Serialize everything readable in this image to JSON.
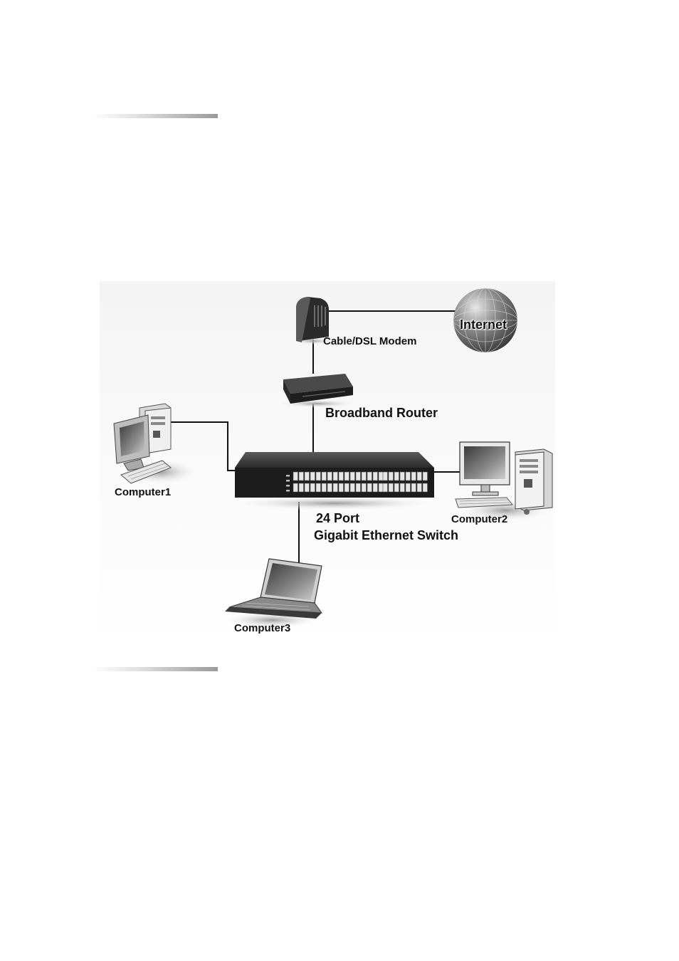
{
  "diagram": {
    "labels": {
      "internet": "Internet",
      "modem": "Cable/DSL Modem",
      "router": "Broadband Router",
      "switch_line1": "24 Port",
      "switch_line2": "Gigabit Ethernet Switch",
      "computer1": "Computer1",
      "computer2": "Computer2",
      "computer3": "Computer3"
    }
  }
}
